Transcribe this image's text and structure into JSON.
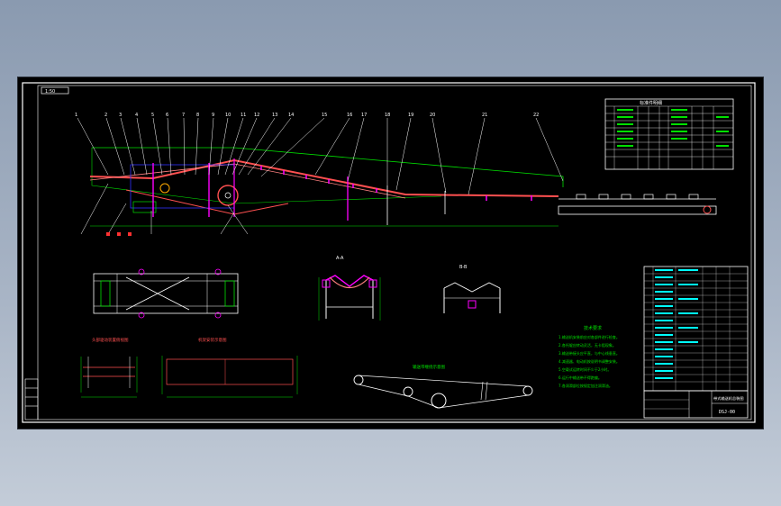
{
  "colors": {
    "background_outer": "#9aa7b9",
    "canvas": "#000000",
    "frame": "#ffffff",
    "structure_green": "#00e000",
    "belt_red": "#ff5050",
    "roller_magenta": "#ff00ff",
    "callout_white": "#ffffff",
    "accent_blue": "#3030ff"
  },
  "sheet": {
    "title_tab": "1:50",
    "parts": "标准件明细",
    "section_a": "A-A",
    "section_b": "B-B",
    "belt_diagram": "输送带缠绕示意图",
    "view_left": "头部驱动装置俯视图",
    "view_right": "机架安装示意图",
    "tech_title": "技术要求",
    "title_block_name": "带式输送机总装图",
    "title_block_code": "DSJ-00"
  },
  "tech_notes": [
    "1.输送机安装前应对各部件进行检查。",
    "2.各托辊应转动灵活，无卡阻现象。",
    "3.输送带接头应平直，与中心线垂直。",
    "4.减速器、电动机按说明书调整安装。",
    "5.空载试运转时间不少于2小时。",
    "6.运行中输送带不得跑偏。",
    "7.各润滑部位按规定加注润滑油。"
  ],
  "callouts": [
    "1",
    "2",
    "3",
    "4",
    "5",
    "6",
    "7",
    "8",
    "9",
    "10",
    "11",
    "12",
    "13",
    "14",
    "15",
    "16",
    "17",
    "18",
    "19",
    "20",
    "21",
    "22"
  ]
}
